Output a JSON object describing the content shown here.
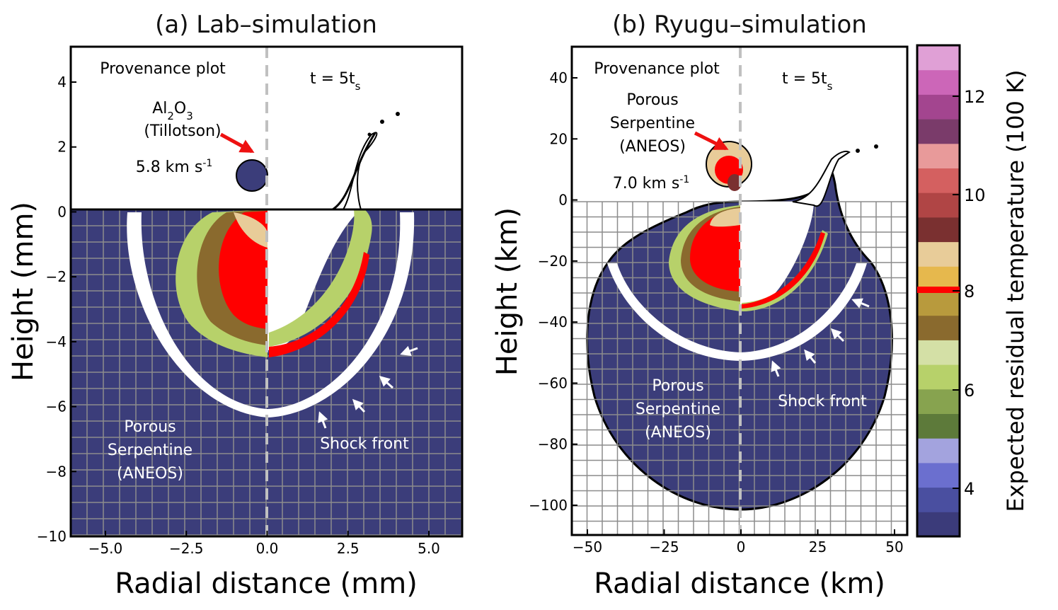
{
  "panels": [
    {
      "id": "a",
      "title": "(a) Lab–simulation",
      "xlabel": "Radial distance (mm)",
      "ylabel": "Height (mm)",
      "xlim": [
        -6.0,
        6.0
      ],
      "ylim": [
        -10,
        5
      ],
      "xticks": [
        "−5.0",
        "−2.5",
        "0.0",
        "2.5",
        "5.0"
      ],
      "yticks": [
        "4",
        "2",
        "0",
        "−2",
        "−4",
        "−6",
        "−8",
        "−10"
      ],
      "provenance_label": "Provenance plot",
      "time_label": "t = 5t",
      "time_subscript": "s",
      "impactor_line1_main": "Al",
      "impactor_line1_sub1": "2",
      "impactor_line1_mid": "O",
      "impactor_line1_sub2": "3",
      "impactor_line2": "(Tillotson)",
      "speed_main": "5.8 km s",
      "speed_sup": "-1",
      "target_line1": "Porous",
      "target_line2": "Serpentine",
      "target_line3": "(ANEOS)",
      "shock_label": "Shock front"
    },
    {
      "id": "b",
      "title": "(b) Ryugu–simulation",
      "xlabel": "Radial distance (km)",
      "ylabel": "Height (km)",
      "xlim": [
        -50,
        50
      ],
      "ylim": [
        -110,
        50
      ],
      "xticks": [
        "−50",
        "−25",
        "0",
        "25",
        "50"
      ],
      "yticks": [
        "40",
        "20",
        "0",
        "−20",
        "−40",
        "−60",
        "−80",
        "−100"
      ],
      "provenance_label": "Provenance plot",
      "time_label": "t = 5t",
      "time_subscript": "s",
      "impactor_line1": "Porous",
      "impactor_line2": "Serpentine",
      "impactor_line3": "(ANEOS)",
      "speed_main": "7.0 km s",
      "speed_sup": "-1",
      "target_line1": "Porous",
      "target_line2": "Serpentine",
      "target_line3": "(ANEOS)",
      "shock_label": "Shock front"
    }
  ],
  "colorbar": {
    "label": "Expected residual temperature (100 K)",
    "ticks": [
      "12",
      "10",
      "8",
      "6",
      "4"
    ],
    "colors": [
      "#3b3b7a",
      "#4a4fa0",
      "#6b6fcf",
      "#a3a3de",
      "#5d7a3a",
      "#87a34f",
      "#b7d16a",
      "#d4e0a6",
      "#8a6a2e",
      "#b89a3d",
      "#e6b84d",
      "#e8cc99",
      "#7a3030",
      "#b04545",
      "#d46060",
      "#e89a9a",
      "#7a3b6a",
      "#a3458f",
      "#cc66b8",
      "#e0a0d6"
    ],
    "highlight_color": "#ff0000"
  },
  "colors": {
    "target_fill": "#3b3d7a",
    "grid": "#8c8c8c",
    "shock": "#ffffff",
    "melt_red": "#ff0000",
    "arrow_red": "#ee1111",
    "dash_line": "#c0c0c0"
  }
}
